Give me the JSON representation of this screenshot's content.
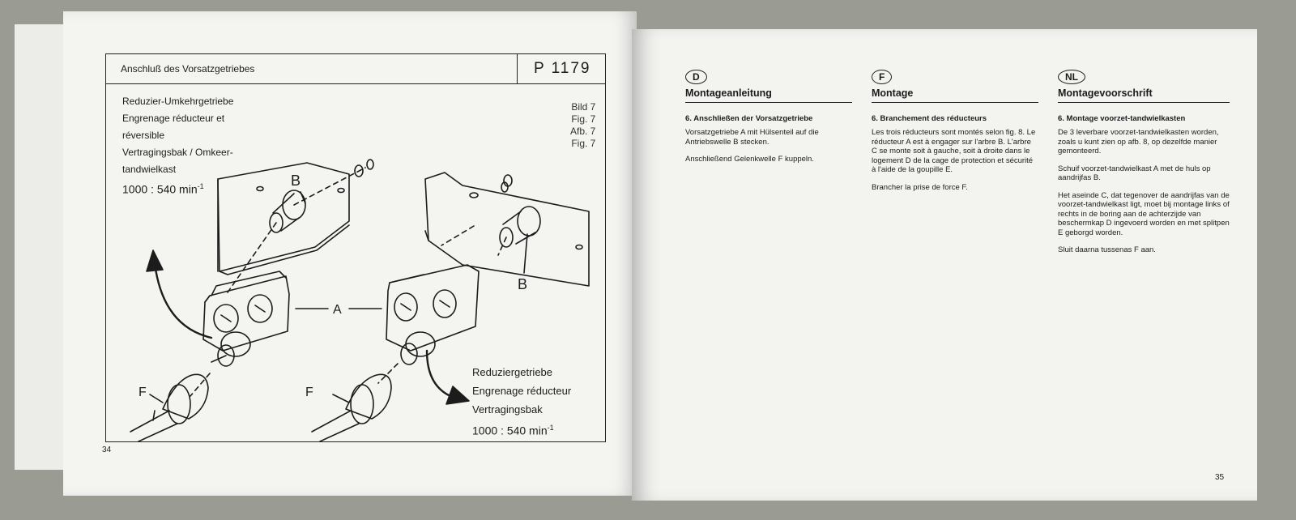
{
  "left_page": {
    "header_title": "Anschluß des Vorsatzgetriebes",
    "header_code": "P 1179",
    "left_label_lines": [
      "Reduzier-Umkehrgetriebe",
      "Engrenage réducteur et",
      "réversible",
      "Vertragingsbak / Omkeer-",
      "tandwielkast"
    ],
    "left_ratio": "1000 : 540 min",
    "ratio_exponent": "-1",
    "figure_labels": [
      "Bild 7",
      "Fig. 7",
      "Afb. 7",
      "Fig. 7"
    ],
    "callouts": {
      "a": "A",
      "b": "B",
      "f": "F"
    },
    "bottom_label_lines": [
      "Reduziergetriebe",
      "Engrenage réducteur",
      "Vertragingsbak"
    ],
    "bottom_ratio": "1000 : 540 min",
    "page_number": "34"
  },
  "right_page": {
    "page_number": "35",
    "columns": {
      "d": {
        "badge": "D",
        "heading": "Montageanleitung",
        "subheading": "6. Anschließen der Vorsatzgetriebe",
        "paragraphs": [
          "Vorsatzgetriebe A mit Hülsenteil auf die Antriebswelle B stecken.",
          "Anschließend Gelenkwelle F kuppeln."
        ]
      },
      "f": {
        "badge": "F",
        "heading": "Montage",
        "subheading": "6. Branchement des réducteurs",
        "paragraphs": [
          "Les trois réducteurs sont montés selon fig. 8. Le réducteur A est à engager sur l'arbre B. L'arbre C se monte soit à gauche, soit à droite dans le logement D de la cage de protection et sécurité à l'aide de la goupille E.",
          "Brancher la prise de force F."
        ]
      },
      "nl": {
        "badge": "NL",
        "heading": "Montagevoorschrift",
        "subheading": "6. Montage voorzet-tandwielkasten",
        "paragraphs": [
          "De 3 leverbare voorzet-tandwielkasten worden, zoals u kunt zien op afb. 8, op dezelfde manier gemonteerd.",
          "Schuif voorzet-tandwielkast A met de huls op aandrijfas B.",
          "Het aseinde C, dat tegenover de aandrijfas van de voorzet-tandwielkast ligt, moet bij montage links of rechts in de boring aan de achterzijde van beschermkap D ingevoerd worden en met splitpen E geborgd worden.",
          "Sluit daarna tussenas F aan."
        ]
      }
    }
  },
  "colors": {
    "background": "#9a9c94",
    "paper": "#f4f4f1",
    "ink": "#1c1c1c"
  }
}
